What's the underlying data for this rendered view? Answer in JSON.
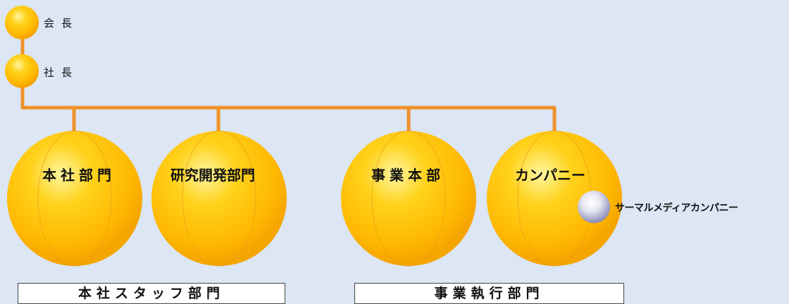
{
  "chairman": "会長",
  "president": "社長",
  "divisions": {
    "honsha": "本社部門",
    "kenkyu": "研究開発部門",
    "jigyo": "事業本部",
    "company": "カンパニー"
  },
  "sub_company": "サーマルメディアカンパニー",
  "groups": {
    "staff": "本社スタッフ部門",
    "execution": "事業執行部門"
  },
  "colors": {
    "background": "#dce6f5",
    "connector": "#f0922a",
    "sphere": "#ffc21a",
    "pearl": "#c9c9e6"
  }
}
